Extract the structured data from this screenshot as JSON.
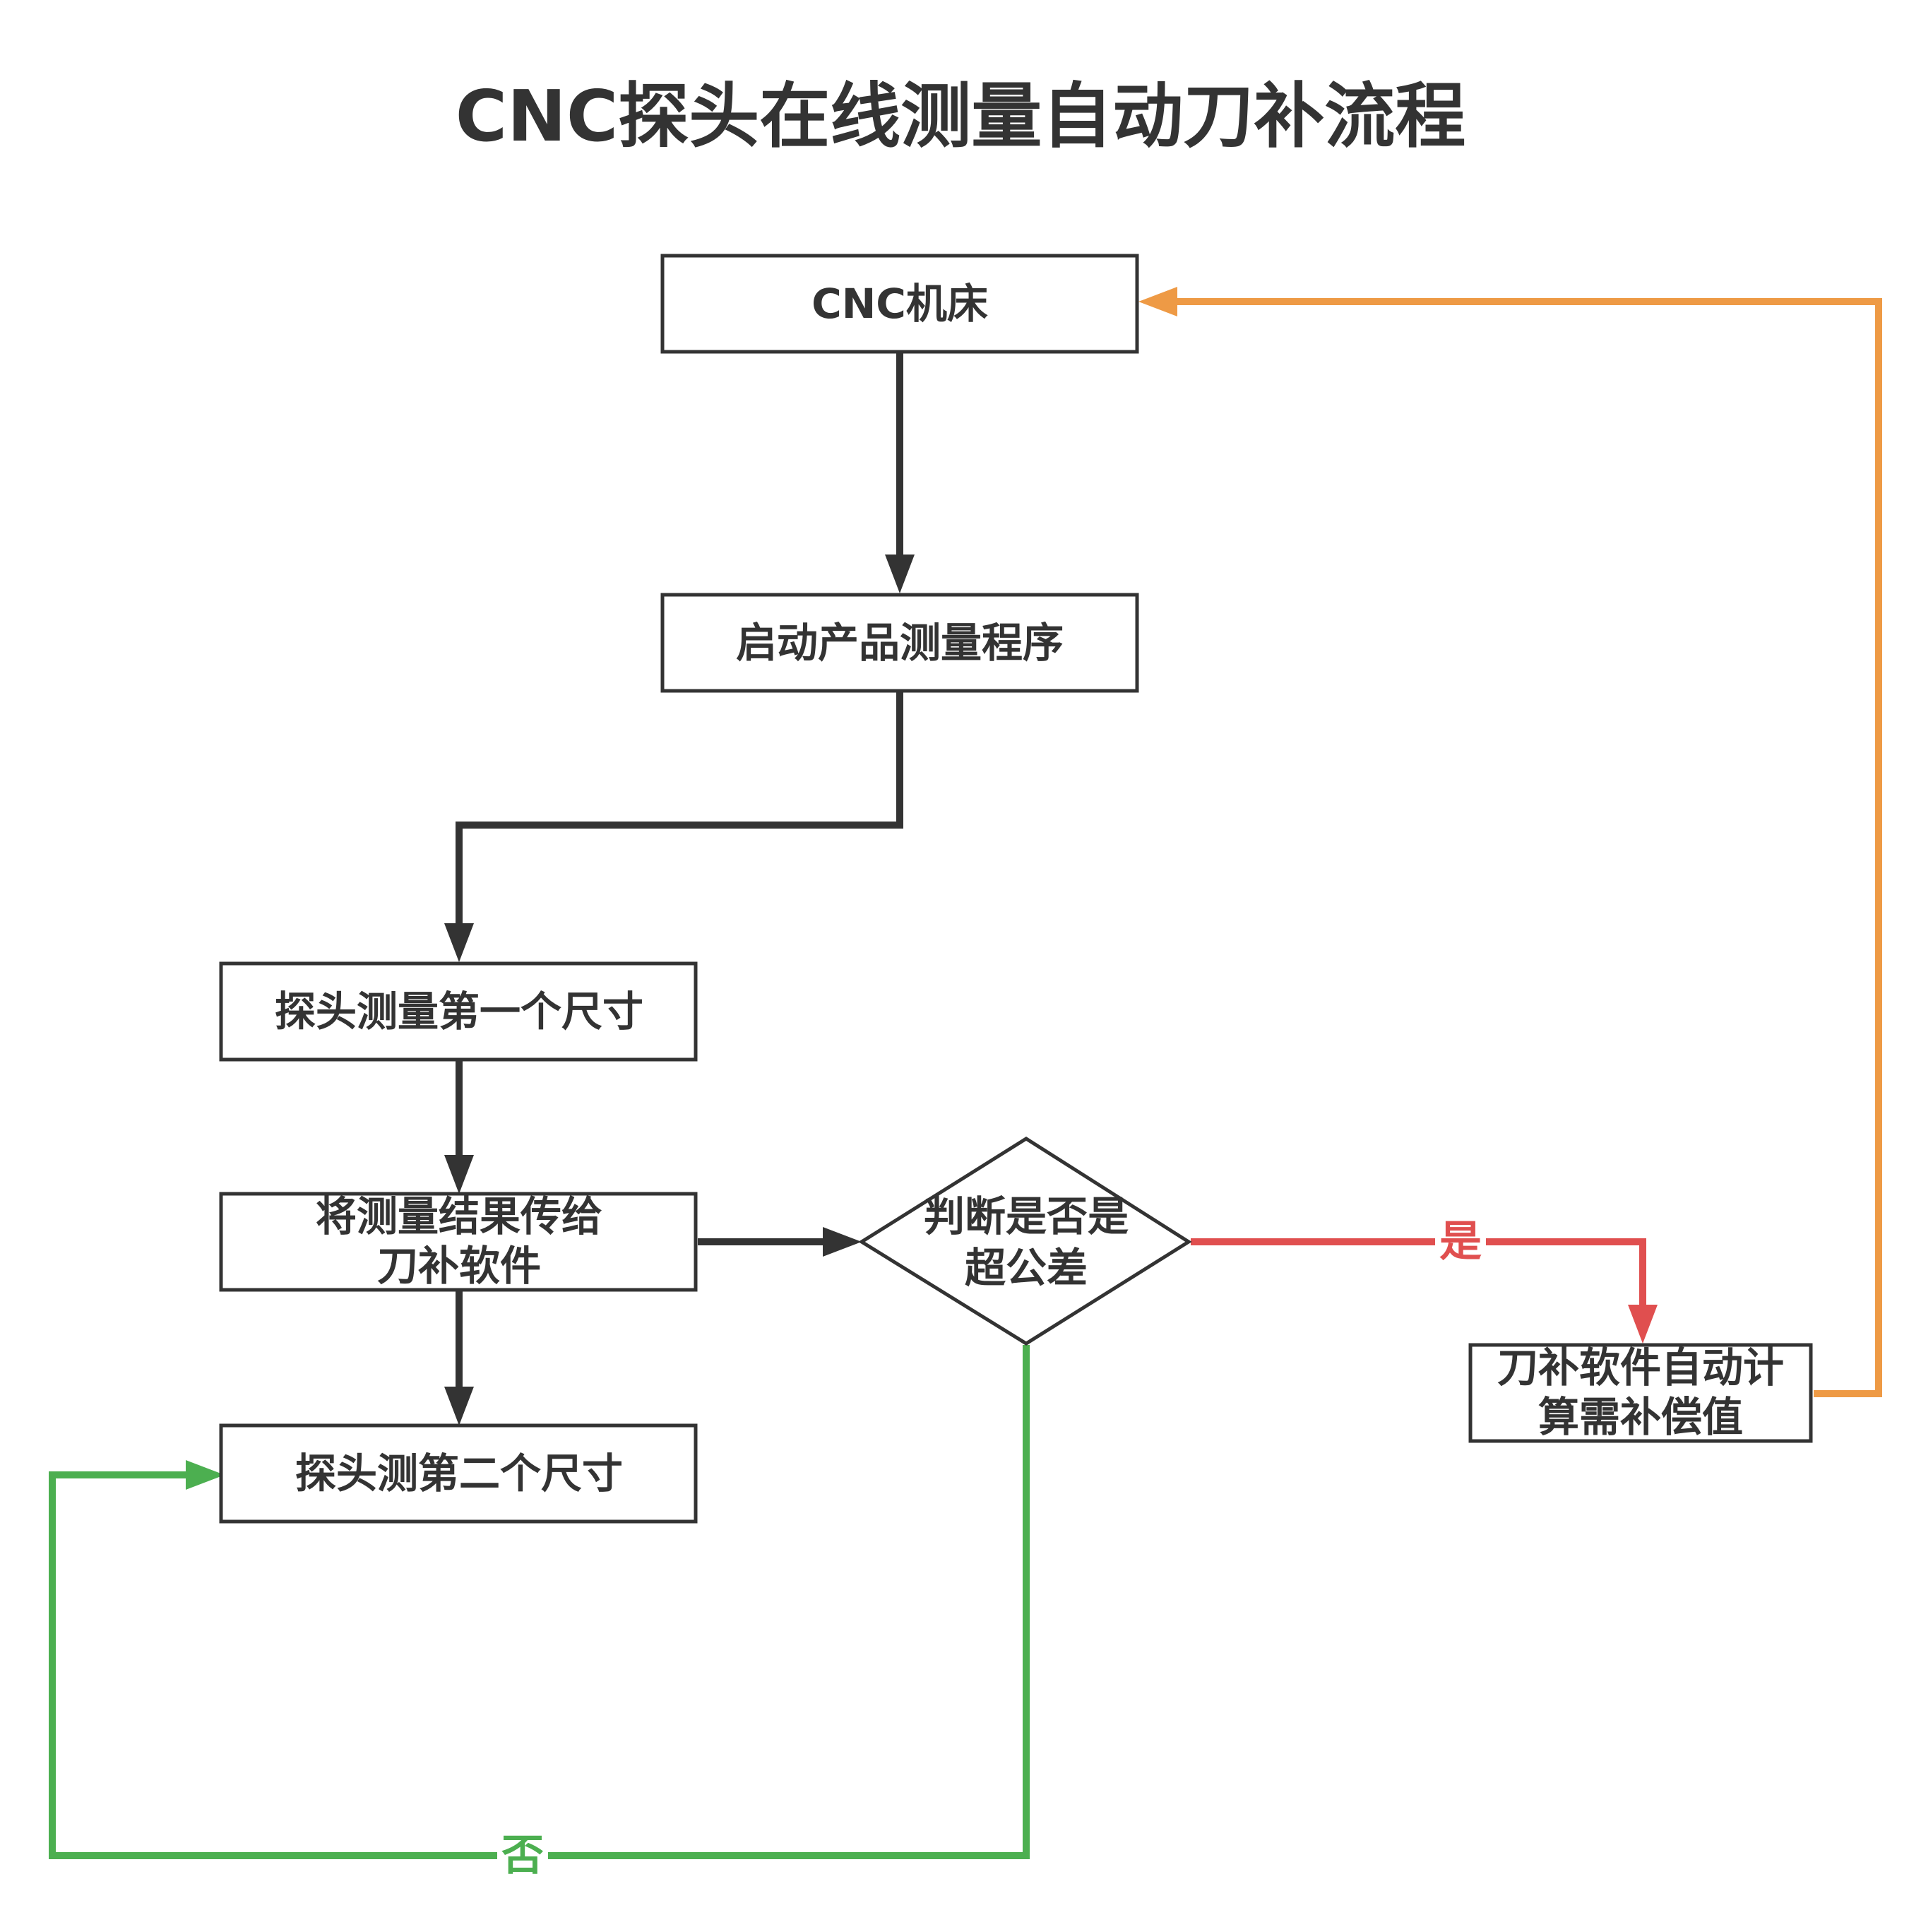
{
  "title": "CNC探头在线测量自动刀补流程",
  "nodes": {
    "cnc": "CNC机床",
    "start_program": "启动产品测量程序",
    "measure_first": "探头测量第一个尺寸",
    "send_result_l1": "将测量结果传给",
    "send_result_l2": "刀补软件",
    "decision_l1": "判断是否是",
    "decision_l2": "超公差",
    "compute_l1": "刀补软件自动计",
    "compute_l2": "算需补偿值",
    "measure_second": "探头测第二个尺寸"
  },
  "edge_labels": {
    "yes": "是",
    "no": "否"
  },
  "colors": {
    "line": "#333333",
    "yes": "#e04f4f",
    "no": "#4caf50",
    "feedback": "#ee9a45"
  }
}
